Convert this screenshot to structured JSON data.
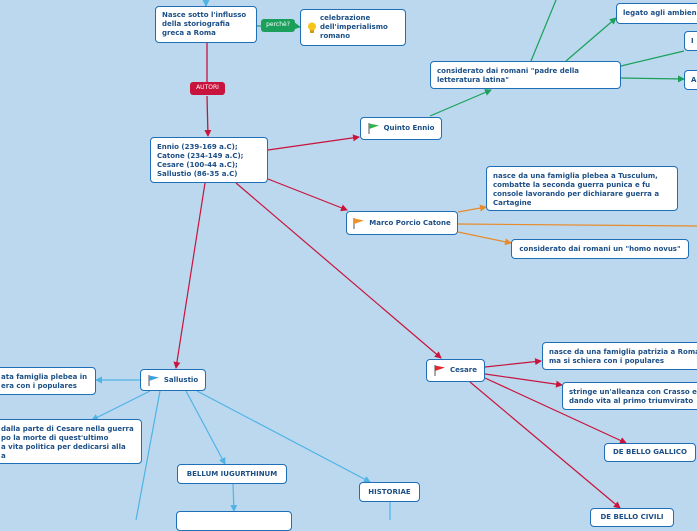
{
  "nodes": {
    "origin": "Nasce sotto l'influsso\ndella storiografia\ngreca a Roma",
    "celebration": "celebrazione\ndell'imperialismo\nromano",
    "authors": "Ennio (239-169 a.C);\nCatone (234-149 a.C);\nCesare (100-44 a.C);\nSallustio (86-35 a.C)",
    "ennio": "Quinto Ennio",
    "ennio_father": "considerato dai romani \"padre della\nletteratura latina\"",
    "ennio_env": "legato agli ambien",
    "ennio_i": "I",
    "ennio_a": "A",
    "catone": "Marco Porcio Catone",
    "catone_birth": "nasce da una famiglia plebea a Tusculum,\ncombatte la seconda guerra punica e fu\nconsole lavorando per dichiarare guerra a\nCartagine",
    "catone_homo": "considerato dai romani un \"homo novus\"",
    "cesare": "Cesare",
    "cesare_birth": "nasce da una famiglia patrizia a Roma\nma si schiera con i populares",
    "cesare_alliance": "stringe un'alleanza con Crasso e\ndando vita al primo triumvirato",
    "de_bello_gallico": "DE BELLO GALLICO",
    "de_bello_civili": "DE BELLO CIVILI",
    "sallustio": "Sallustio",
    "sallustio_birth": "ata famiglia plebea in\nera con i populares",
    "sallustio_side": "dalla parte di Cesare nella guerra\npo la morte di quest'ultimo\na vita politica per dedicarsi alla\na",
    "bellum": "BELLUM IUGURTHINUM",
    "historiae": "HISTORIAE"
  },
  "tags": {
    "perche": "perchè?",
    "autori": "AUTORI"
  },
  "colors": {
    "background": "#bcd8ee",
    "node_border": "#1f6fb8",
    "text": "#1c4f86",
    "link_red": "#c8143c",
    "link_green": "#1aa05a",
    "link_orange": "#e88a2a",
    "link_blue": "#4fb3e6",
    "flag_green": "#2fb34a",
    "flag_orange": "#f0902a",
    "flag_red": "#e2262e",
    "flag_blue": "#3aa0e0",
    "bulb": "#f5c518"
  },
  "icons": {
    "ennio": "green-flag-icon",
    "catone": "orange-flag-icon",
    "cesare": "red-flag-icon",
    "sallustio": "blue-flag-icon",
    "celebration": "lightbulb-icon"
  }
}
